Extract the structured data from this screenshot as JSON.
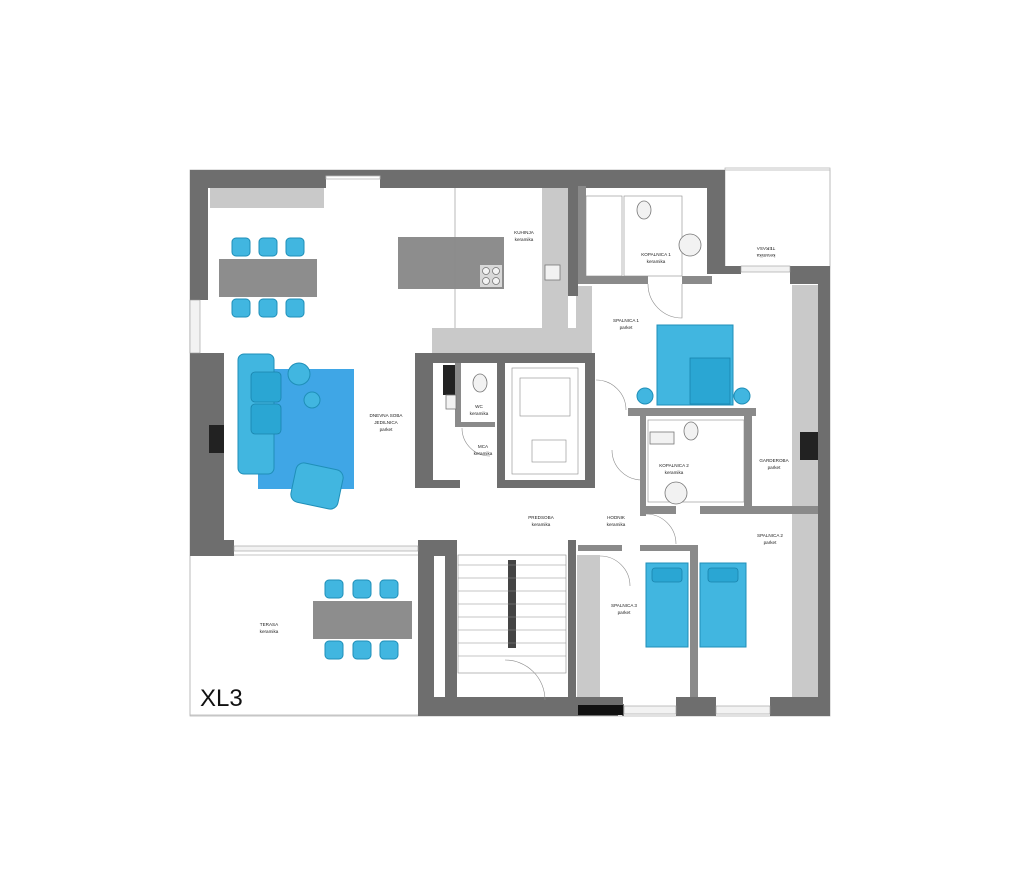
{
  "plan_title": "XL3",
  "rooms": {
    "kuhinja": {
      "name": "KUHINJA",
      "floor": "keramika"
    },
    "kopalnica1": {
      "name": "KOPALNICA 1",
      "floor": "keramika"
    },
    "terasa_top": {
      "name": "TERASA",
      "floor": "keramika"
    },
    "spalnica1": {
      "name": "SPALNICA 1",
      "floor": "parket"
    },
    "dnevna": {
      "name1": "DNEVNA SOBA",
      "name2": "JEDILNICA",
      "floor": "parket"
    },
    "wc": {
      "name": "WC",
      "floor": "keramika"
    },
    "mca": {
      "name": "MCA",
      "floor": "keramika"
    },
    "kopalnica2": {
      "name": "KOPALNICA 2",
      "floor": "keramika"
    },
    "garderoba": {
      "name": "GARDEROBA",
      "floor": "parket"
    },
    "predsoba": {
      "name": "PREDSOBA",
      "floor": "keramika"
    },
    "hodnik": {
      "name": "HODNIK",
      "floor": "keramika"
    },
    "spalnica2": {
      "name": "SPALNICA 2",
      "floor": "parket"
    },
    "spalnica3": {
      "name": "SPALNICA 3",
      "floor": "parket"
    },
    "terasa_bottom": {
      "name": "TERASA",
      "floor": "keramika"
    }
  }
}
